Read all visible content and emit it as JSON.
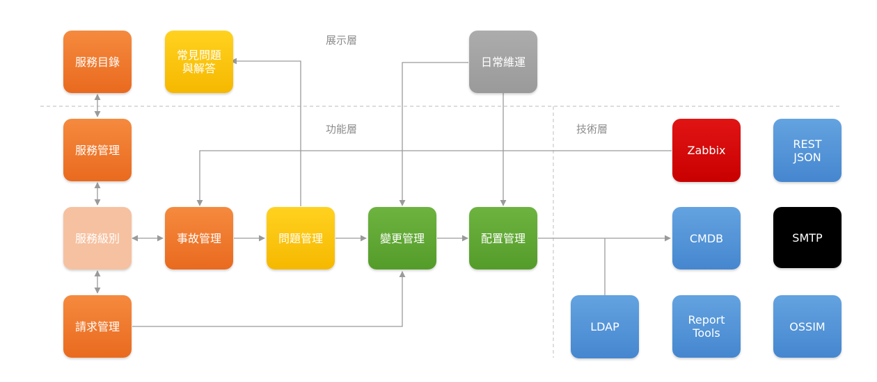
{
  "layers": {
    "presentation": "展示層",
    "function": "功能層",
    "technology": "技術層"
  },
  "nodes": {
    "service_catalog": "服務目錄",
    "faq": "常見問題\n與解答",
    "daily_ops": "日常維運",
    "service_management": "服務管理",
    "service_level": "服務級別",
    "request_management": "請求管理",
    "incident_management": "事故管理",
    "problem_management": "問題管理",
    "change_management": "變更管理",
    "configuration_management": "配置管理",
    "zabbix": "Zabbix",
    "rest_json": "REST\nJSON",
    "cmdb": "CMDB",
    "smtp": "SMTP",
    "ldap": "LDAP",
    "report_tools": "Report\nTools",
    "ossim": "OSSIM"
  },
  "colors": {
    "orange": "#ee7a2e",
    "orange_light": "#f6c1a0",
    "yellow": "#fcc419",
    "green": "#5fa833",
    "gray": "#a3a3a3",
    "red": "#d40000",
    "blue": "#5597da",
    "black": "#000000",
    "connector": "#9a9a9a",
    "divider": "#c8c8c8"
  }
}
